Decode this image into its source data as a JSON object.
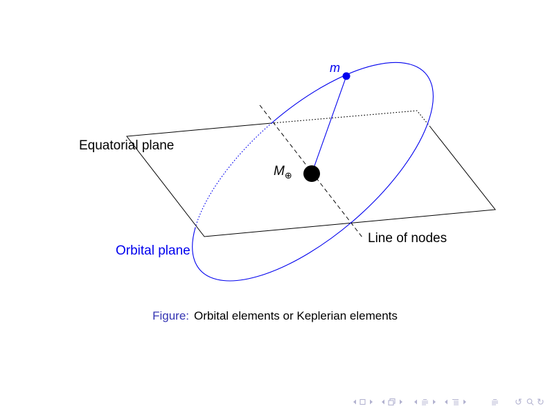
{
  "slide": {
    "background": "#ffffff"
  },
  "figure": {
    "labels": {
      "equatorial_plane": "Equatorial plane",
      "orbital_plane": "Orbital plane",
      "line_of_nodes": "Line of nodes",
      "central_body": "M",
      "central_body_subscript": "⊕",
      "orbiting_body": "m"
    },
    "colors": {
      "orbit": "#0000ee",
      "planes": "#000000"
    }
  },
  "caption": {
    "prefix": "Figure:",
    "text": "Orbital elements or Keplerian elements",
    "prefix_color": "#3333b2"
  },
  "navigation": {
    "color": "#b2b2d0",
    "icons": [
      "prev-frame-icon",
      "frame-icon",
      "next-frame-icon",
      "prev-overlay-icon",
      "frames-icon",
      "next-overlay-icon",
      "prev-section-icon",
      "section-icon",
      "next-section-icon",
      "prev-subsection-icon",
      "subsection-icon",
      "next-subsection-icon",
      "appendix-icon",
      "back-icon",
      "search-icon",
      "forward-icon"
    ]
  }
}
